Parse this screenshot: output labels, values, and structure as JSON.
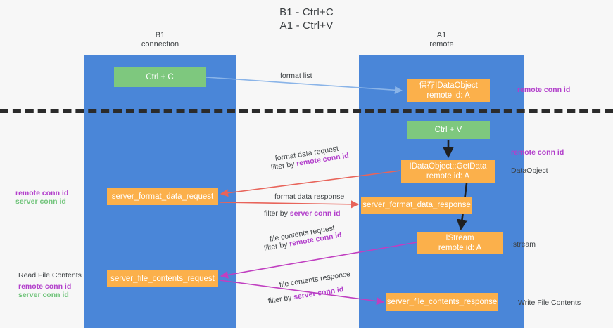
{
  "title": {
    "line1": "B1 - Ctrl+C",
    "line2": "A1 - Ctrl+V"
  },
  "columns": {
    "left": {
      "name": "B1",
      "role": "connection"
    },
    "right": {
      "name": "A1",
      "role": "remote"
    }
  },
  "colors": {
    "lane": "#4a86d8",
    "green_node": "#7ec87e",
    "orange_node": "#fbb04b",
    "remote_conn_id": "#b23fcb",
    "server_conn_id": "#71c47b",
    "arrow_format_list": "#8ab4e8",
    "arrow_format_data": "#e8645a",
    "arrow_file_contents": "#c03fc0",
    "arrow_black": "#1f1f1f",
    "dashed_separator": "#2b2b2b",
    "background": "#f7f7f7"
  },
  "nodes": {
    "ctrl_c": {
      "line1": "Ctrl + C",
      "line2": ""
    },
    "dataobject_a": {
      "line1": "保存IDataObject",
      "line2": "remote id: A"
    },
    "ctrl_v": {
      "line1": "Ctrl + V",
      "line2": ""
    },
    "getdata": {
      "line1": "IDataObject::GetData",
      "line2": "remote id: A"
    },
    "sfd_request": {
      "line1": "server_format_data_request",
      "line2": ""
    },
    "sfd_response": {
      "line1": "server_format_data_response",
      "line2": ""
    },
    "istream": {
      "line1": "IStream",
      "line2": "remote id: A"
    },
    "sfc_request": {
      "line1": "server_file_contents_request",
      "line2": ""
    },
    "sfc_response": {
      "line1": "server_file_contents_response",
      "line2": ""
    }
  },
  "edge_labels": {
    "format_list": "format list",
    "format_data_request": "format data request",
    "format_data_request_filter_prefix": "filter by ",
    "format_data_request_filter_key": "remote conn id",
    "format_data_response": "format data response",
    "format_data_response_filter_prefix": "filter by ",
    "format_data_response_filter_key": "server conn id",
    "file_contents_request": "file contents request",
    "file_contents_request_filter_prefix": "filter by ",
    "file_contents_request_filter_key": "remote conn id",
    "file_contents_response": "file contents response",
    "file_contents_response_filter_prefix": "filter by ",
    "file_contents_response_filter_key": "server conn id"
  },
  "right_annotations": {
    "remote_conn_id_top": "remote conn id",
    "remote_conn_id_mid": "remote conn id",
    "dataobject": "DataObject",
    "istream": "Istream",
    "write_file_contents": "Write File Contents"
  },
  "left_annotations": {
    "remote_conn_id_1": "remote conn id",
    "server_conn_id_1": "server conn id",
    "read_file_contents": "Read File Contents",
    "remote_conn_id_2": "remote conn id",
    "server_conn_id_2": "server conn id"
  }
}
